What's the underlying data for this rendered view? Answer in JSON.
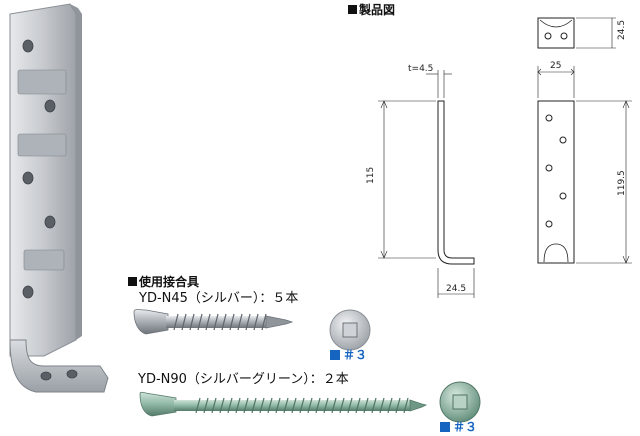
{
  "product_drawing": {
    "title": "製品図",
    "dims": {
      "thickness": "t=4.5",
      "height_side": "115",
      "foot": "24.5",
      "top_view_depth": "24.5",
      "width": "25",
      "height_front": "119.5"
    }
  },
  "fasteners": {
    "title": "使用接合具",
    "screw1": {
      "label": "YD-N45（シルバー）：５本",
      "drive": "＃３"
    },
    "screw2": {
      "label": "YD-N90（シルバーグリーン）：２本",
      "drive": "＃３"
    }
  },
  "colors": {
    "badge_blue": "#1565c0",
    "bracket_metal": "#c9ccd1",
    "screw_green": "#8fb8a6"
  }
}
